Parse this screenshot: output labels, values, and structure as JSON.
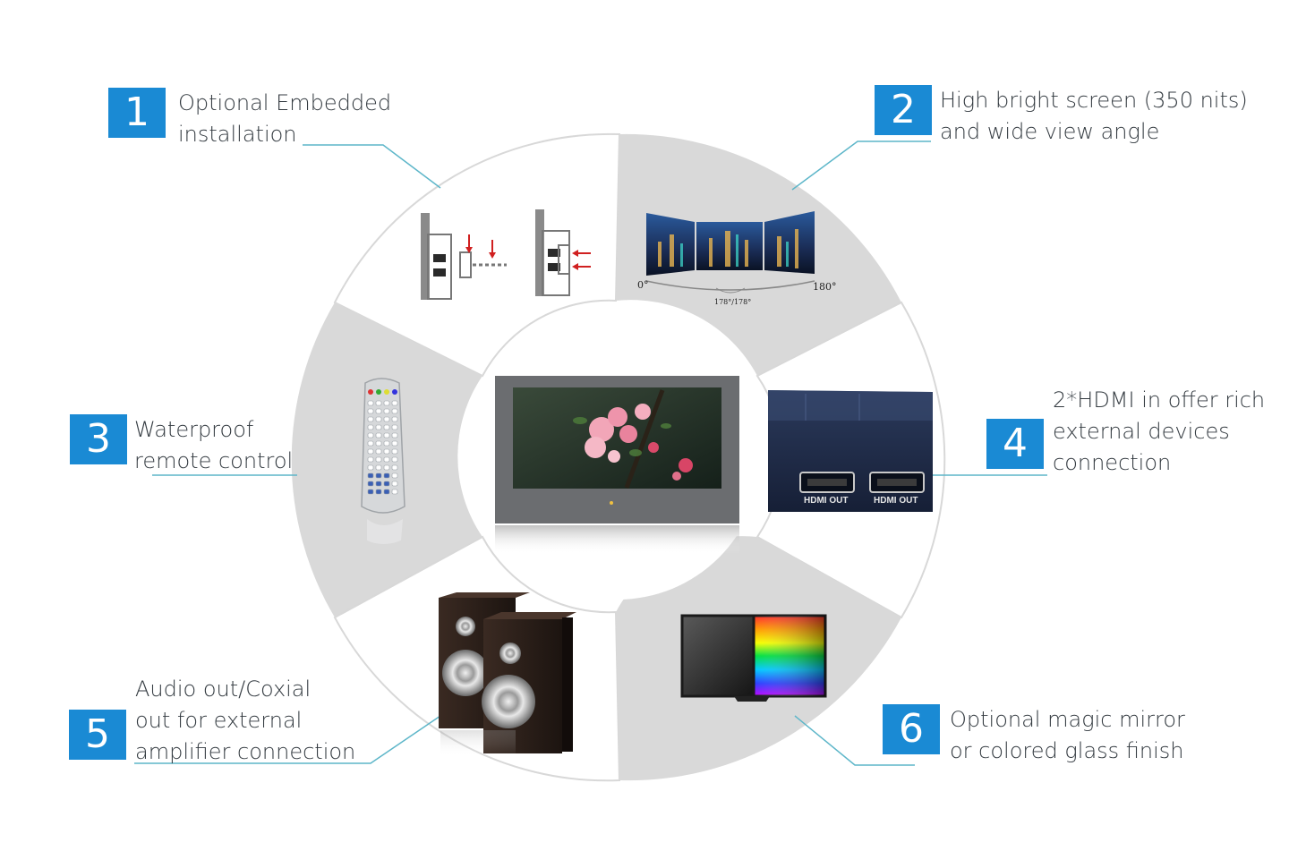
{
  "features": [
    {
      "number": "1",
      "lines": [
        "Optional Embedded",
        "installation"
      ]
    },
    {
      "number": "2",
      "lines": [
        "High bright screen (350 nits)",
        "and wide view angle"
      ]
    },
    {
      "number": "3",
      "lines": [
        "Waterproof",
        "remote control"
      ]
    },
    {
      "number": "4",
      "lines": [
        "2*HDMI in offer rich",
        "external devices",
        "connection"
      ]
    },
    {
      "number": "5",
      "lines": [
        "Audio out/Coxial",
        "out for external",
        "amplifier connection"
      ]
    },
    {
      "number": "6",
      "lines": [
        "Optional magic mirror",
        "or colored glass finish"
      ]
    }
  ],
  "angle_labels": {
    "start": "0°",
    "center": "178°/178°",
    "end": "180°"
  },
  "hdmi_labels": [
    "HDMI OUT",
    "HDMI OUT"
  ],
  "colors": {
    "accent": "#1a8ad4",
    "wheel_light": "#ffffff",
    "wheel_dark": "#d9d9d9",
    "leader_line": "#5db6c9",
    "text": "#333a40"
  }
}
